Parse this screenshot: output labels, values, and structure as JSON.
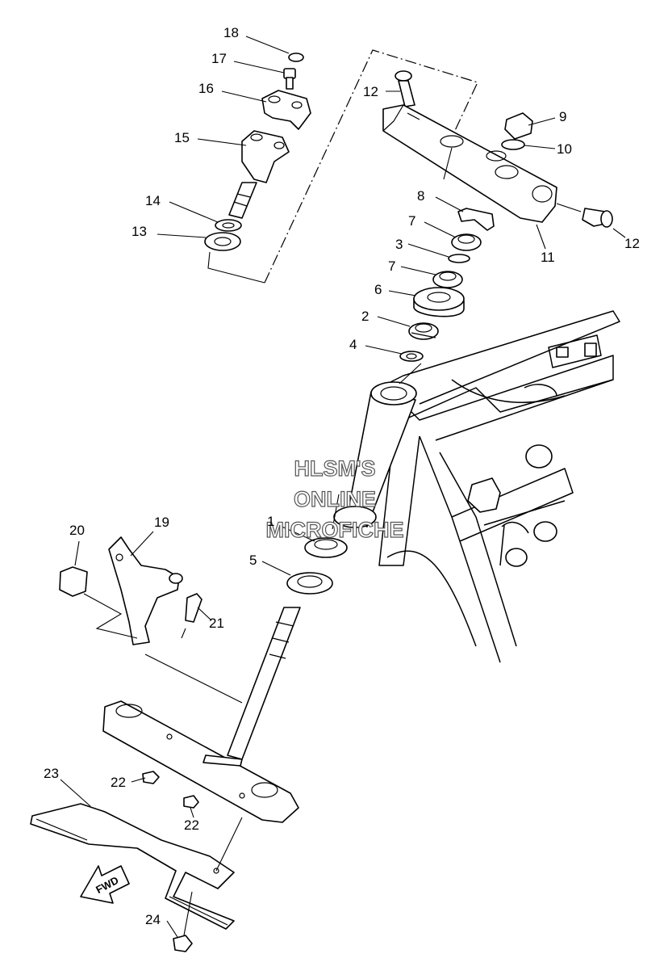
{
  "watermark": {
    "line1": "HLSM'S",
    "line2": "ONLINE",
    "line3": "MICROFICHE"
  },
  "direction_label": "FWD",
  "callouts": {
    "c1": "1",
    "c2": "2",
    "c3": "3",
    "c4": "4",
    "c5": "5",
    "c6": "6",
    "c7a": "7",
    "c7b": "7",
    "c8": "8",
    "c9": "9",
    "c10": "10",
    "c11": "11",
    "c12a": "12",
    "c12b": "12",
    "c13": "13",
    "c14": "14",
    "c15": "15",
    "c16": "16",
    "c17": "17",
    "c18": "18",
    "c19": "19",
    "c20": "20",
    "c21": "21",
    "c22a": "22",
    "c22b": "22",
    "c23": "23",
    "c24": "24"
  }
}
